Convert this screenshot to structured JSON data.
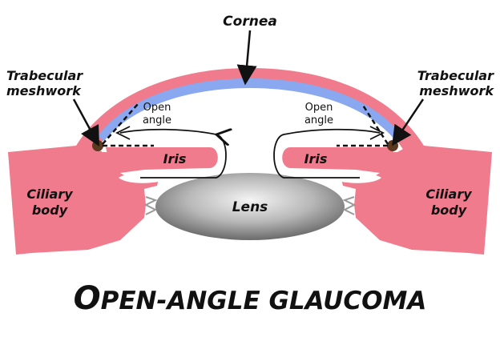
{
  "title": {
    "first_letter": "O",
    "rest": "PEN-ANGLE GLAUCOMA"
  },
  "labels": {
    "cornea": "Cornea",
    "trabecular_left_line1": "Trabecular",
    "trabecular_left_line2": "meshwork",
    "trabecular_right_line1": "Trabecular",
    "trabecular_right_line2": "meshwork",
    "open_angle_left_line1": "Open",
    "open_angle_left_line2": "angle",
    "open_angle_right_line1": "Open",
    "open_angle_right_line2": "angle",
    "iris_left": "Iris",
    "iris_right": "Iris",
    "ciliary_left_line1": "Ciliary",
    "ciliary_left_line2": "body",
    "ciliary_right_line1": "Ciliary",
    "ciliary_right_line2": "body",
    "lens": "Lens"
  },
  "colors": {
    "tissue_pink": "#f07b8c",
    "cornea_blue": "#8aa8ef",
    "meshwork_brown": "#5a3a1e",
    "lens_gray": "#9a9a9a",
    "text": "#111111"
  }
}
